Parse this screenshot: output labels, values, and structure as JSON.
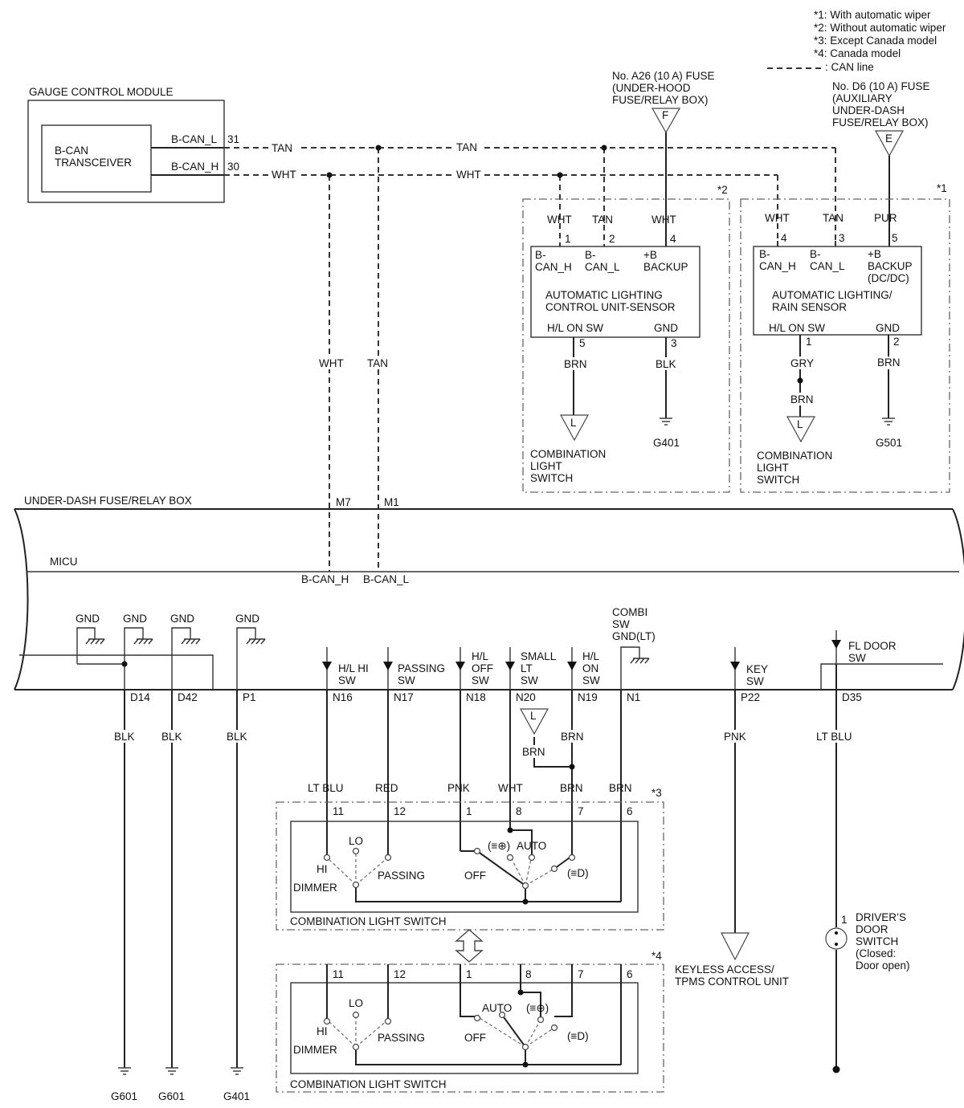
{
  "legend": {
    "note1": "*1: With automatic wiper",
    "note2": "*2: Without automatic wiper",
    "note3": "*3: Except Canada model",
    "note4": "*4: Canada model",
    "can_line": ": CAN line"
  },
  "gauge": {
    "title": "GAUGE CONTROL MODULE",
    "transceiver": [
      "B-CAN",
      "TRANSCEIVER"
    ],
    "pin_l": "B-CAN_L",
    "pin_h": "B-CAN_H",
    "pin_l_no": "31",
    "pin_h_no": "30"
  },
  "wires": {
    "tan": "TAN",
    "wht": "WHT",
    "brn": "BRN",
    "blk": "BLK",
    "gry": "GRY",
    "pur": "PUR",
    "pnk": "PNK",
    "red": "RED",
    "lt_blu": "LT BLU"
  },
  "fuses": {
    "a26": [
      "No. A26 (10 A) FUSE",
      "(UNDER-HOOD",
      "FUSE/RELAY BOX)"
    ],
    "d6": [
      "No. D6 (10 A) FUSE",
      "(AUXILIARY",
      "UNDER-DASH",
      "FUSE/RELAY BOX)"
    ],
    "f": "F",
    "e": "E"
  },
  "unit2": {
    "mark": "*2",
    "pins": [
      "1",
      "2",
      "4",
      "5",
      "3"
    ],
    "terminals": [
      "B-",
      "CAN_H",
      "B-",
      "CAN_L",
      "+B",
      "BACKUP"
    ],
    "name": [
      "AUTOMATIC LIGHTING",
      "CONTROL UNIT-SENSOR"
    ],
    "hl_on_sw": "H/L ON SW",
    "gnd": "GND",
    "ground": "G401",
    "dest": [
      "COMBINATION",
      "LIGHT",
      "SWITCH"
    ],
    "conn": "L"
  },
  "unit1": {
    "mark": "*1",
    "pins": [
      "4",
      "3",
      "5",
      "1",
      "2"
    ],
    "terminals": [
      "B-",
      "CAN_H",
      "B-",
      "CAN_L",
      "+B",
      "BACKUP",
      "(DC/DC)"
    ],
    "name": [
      "AUTOMATIC LIGHTING/",
      "RAIN SENSOR"
    ],
    "hl_on_sw": "H/L ON SW",
    "gnd": "GND",
    "ground": "G501",
    "dest": [
      "COMBINATION",
      "LIGHT",
      "SWITCH"
    ],
    "conn": "L"
  },
  "box": {
    "title": "UNDER-DASH FUSE/RELAY BOX",
    "micu": "MICU",
    "m7": "M7",
    "m1": "M1",
    "can_h": "B-CAN_H",
    "can_l": "B-CAN_L"
  },
  "micu_terms": {
    "gnd": "GND",
    "combi": [
      "COMBI",
      "SW",
      "GND(LT)"
    ],
    "hl_hi": [
      "H/L HI",
      "SW"
    ],
    "passing": [
      "PASSING",
      "SW"
    ],
    "hl_off": [
      "H/L",
      "OFF",
      "SW"
    ],
    "small_lt": [
      "SMALL",
      "LT",
      "SW"
    ],
    "hl_on": [
      "H/L",
      "ON",
      "SW"
    ],
    "key": [
      "KEY",
      "SW"
    ],
    "fl_door": [
      "FL DOOR",
      "SW"
    ],
    "pins": [
      "D14",
      "D42",
      "P1",
      "N16",
      "N17",
      "N18",
      "N20",
      "N19",
      "N1",
      "P22",
      "D35"
    ]
  },
  "grounds": [
    "G601",
    "G601",
    "G401"
  ],
  "combo_switch": {
    "mark3": "*3",
    "mark4": "*4",
    "pins": [
      "11",
      "12",
      "1",
      "8",
      "7",
      "6"
    ],
    "labels": {
      "hi": "HI",
      "lo": "LO",
      "dimmer": "DIMMER",
      "passing": "PASSING",
      "off": "OFF",
      "auto": "AUTO",
      "pos": "(≡⊕)",
      "hd": "(≡D)"
    },
    "title": "COMBINATION LIGHT SWITCH"
  },
  "keyless": [
    "KEYLESS ACCESS/",
    "TPMS CONTROL UNIT"
  ],
  "door_switch": {
    "pin": "1",
    "label": [
      "DRIVER’S",
      "DOOR",
      "SWITCH",
      "(Closed:",
      "Door open)"
    ]
  }
}
